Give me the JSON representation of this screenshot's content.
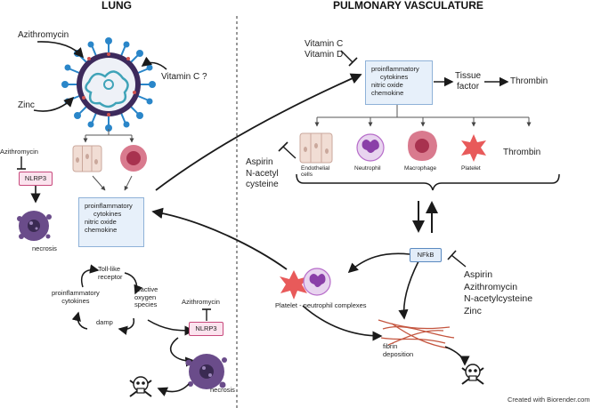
{
  "headers": {
    "lung": "LUNG",
    "vasculature": "PULMONARY VASCULATURE"
  },
  "lung": {
    "azithromycin_top": "Azithromycin",
    "zinc": "Zinc",
    "vitamin_c": "Vitamin C ?",
    "azithromycin_left": "Azithromycin",
    "nlrp3_left": "NLRP3",
    "necrosis_left": "necrosis",
    "cytokine_box": [
      "proinflammatory",
      "cytokines",
      "nitric oxide",
      "chemokine"
    ],
    "cycle": {
      "toll_like": [
        "Toll-like",
        "receptor"
      ],
      "reactive": [
        "reactive",
        "oxygen",
        "species"
      ],
      "proinflammatory": [
        "proinflammatory",
        "cytokines"
      ],
      "damp": "damp"
    },
    "azithromycin_bottom": "Azithromycin",
    "nlrp3_bottom": "NLRP3",
    "necrosis_bottom": "necrosis"
  },
  "vasculature": {
    "vitamins": [
      "Vitamin C",
      "Vitamin D"
    ],
    "cytokine_box": [
      "proinflammatory",
      "cytokines",
      "nitric oxide",
      "chemokine"
    ],
    "tissue_factor": [
      "Tissue",
      "factor"
    ],
    "thrombin_top": "Thrombin",
    "thrombin_right": "Thrombin",
    "aspirin_nac": [
      "Aspirin",
      "N-acetyl",
      "cysteine"
    ],
    "cells": [
      "Endothelial cells",
      "Neutrophil",
      "Macrophage",
      "Platelet"
    ],
    "nfkb": "NFkB",
    "inhibitors": [
      "Aspirin",
      "Azithromycin",
      "N-acetylcysteine",
      "Zinc"
    ],
    "platelet_complex": "Platelet - neutrophil complexes",
    "fibrin": [
      "fibrin",
      "deposition"
    ]
  },
  "credit": "Created with Biorender.com",
  "colors": {
    "virus_body": "#3d2a5c",
    "spike": "#2a86c9",
    "box_fill": "#e7f0fa",
    "box_border": "#8fb2d8",
    "nlrp3": "#c84a7d",
    "platelet": "#e85a5a",
    "neutrophil": "#b66bc9",
    "macrophage": "#c73a6a",
    "necrotic": "#5b3f7a",
    "fibrin": "#c4553f"
  }
}
